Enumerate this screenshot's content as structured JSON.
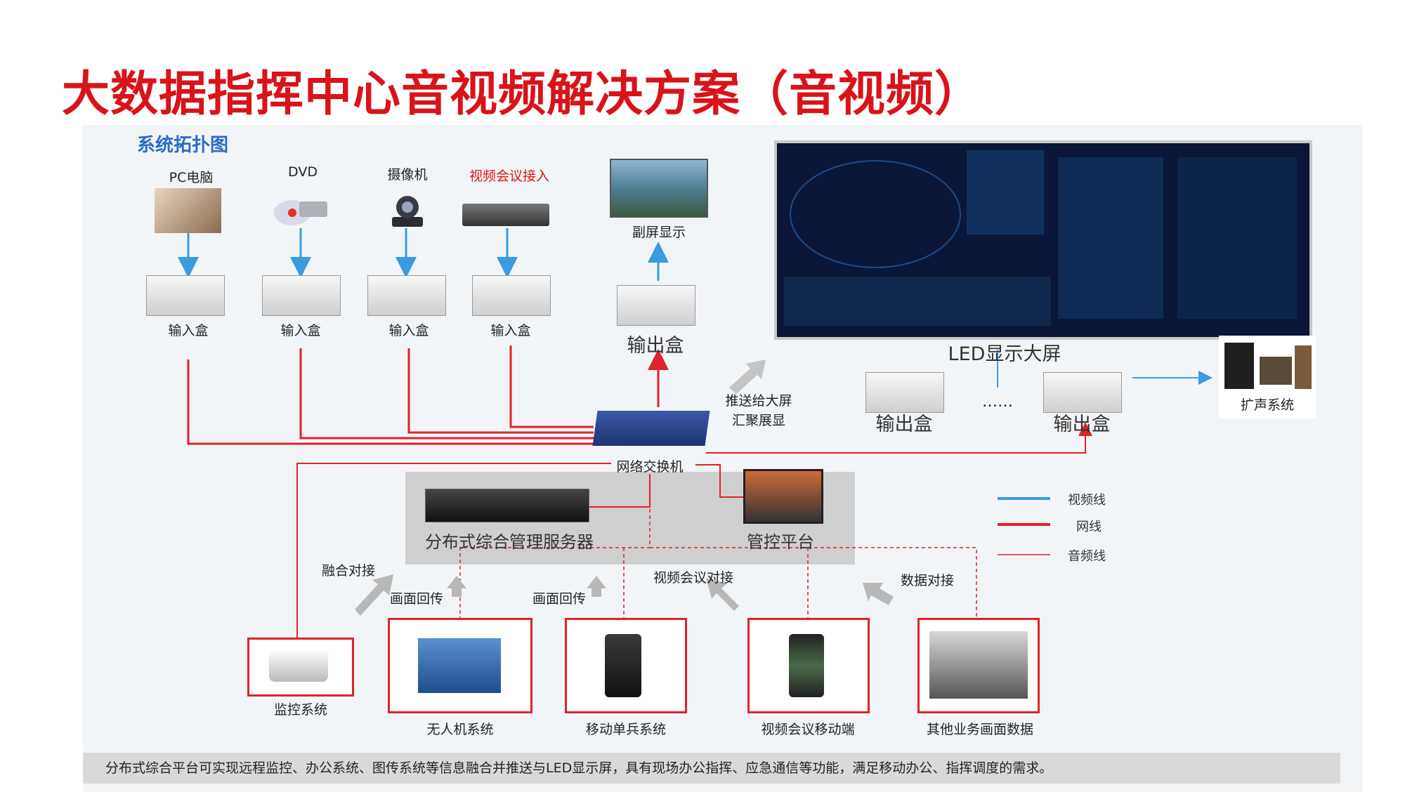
{
  "title": "大数据指挥中心音视频解决方案（音视频）",
  "subtitle": "系统拓扑图",
  "sources": {
    "pc": "PC电脑",
    "dvd": "DVD",
    "camera": "摄像机",
    "video_conf": "视频会议接入"
  },
  "input_box": "输入盒",
  "output_box": "输出盒",
  "secondary_display": "副屏显示",
  "led_screen": "LED显示大屏",
  "push_note": [
    "推送给大屏",
    "汇聚展显"
  ],
  "ellipsis": "……",
  "speaker": "扩声系统",
  "switch": "网络交换机",
  "server": "分布式综合管理服务器",
  "control": "管控平台",
  "legend": {
    "video": "视频线",
    "network": "网线",
    "audio": "音频线"
  },
  "annotations": {
    "fusion": "融合对接",
    "return1": "画面回传",
    "return2": "画面回传",
    "vconf_dock": "视频会议对接",
    "data_dock": "数据对接"
  },
  "bottom_nodes": {
    "monitor": "监控系统",
    "drone": "无人机系统",
    "soldier": "移动单兵系统",
    "vconf_mobile": "视频会议移动端",
    "other": "其他业务画面数据"
  },
  "footer": "分布式综合平台可实现远程监控、办公系统、图传系统等信息融合并推送与LED显示屏，具有现场办公指挥、应急通信等功能，满足移动办公、指挥调度的需求。",
  "colors": {
    "title": "#d9131a",
    "video_line": "#3a9be0",
    "network_line": "#e0222a",
    "audio_line": "#e0222a"
  }
}
